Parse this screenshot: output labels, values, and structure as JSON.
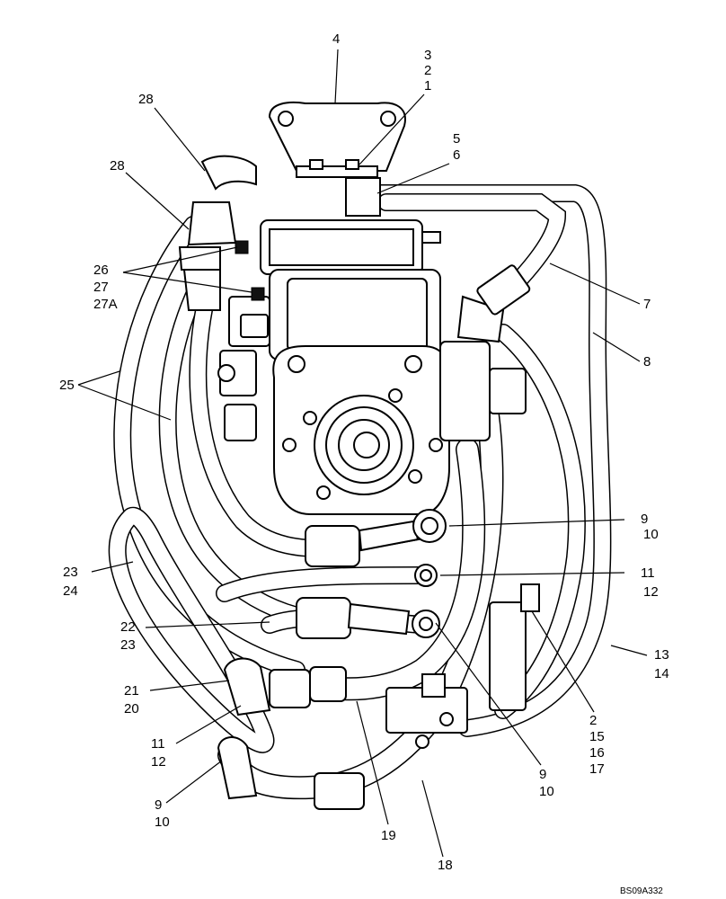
{
  "drawing_code": "BS09A332",
  "callouts": {
    "c4": "4",
    "c3": "3",
    "c2a": "2",
    "c1": "1",
    "c5": "5",
    "c6": "6",
    "c28a": "28",
    "c28b": "28",
    "c26": "26",
    "c27": "27",
    "c27a": "27A",
    "c7": "7",
    "c8": "8",
    "c25": "25",
    "c9a": "9",
    "c10a": "10",
    "c11a": "11",
    "c12a": "12",
    "c23a": "23",
    "c24": "24",
    "c22": "22",
    "c23b": "23",
    "c13": "13",
    "c14": "14",
    "c21": "21",
    "c20": "20",
    "c2b": "2",
    "c15": "15",
    "c16": "16",
    "c17": "17",
    "c11b": "11",
    "c12b": "12",
    "c9b": "9",
    "c10b": "10",
    "c9c": "9",
    "c10c": "10",
    "c19": "19",
    "c18": "18"
  }
}
